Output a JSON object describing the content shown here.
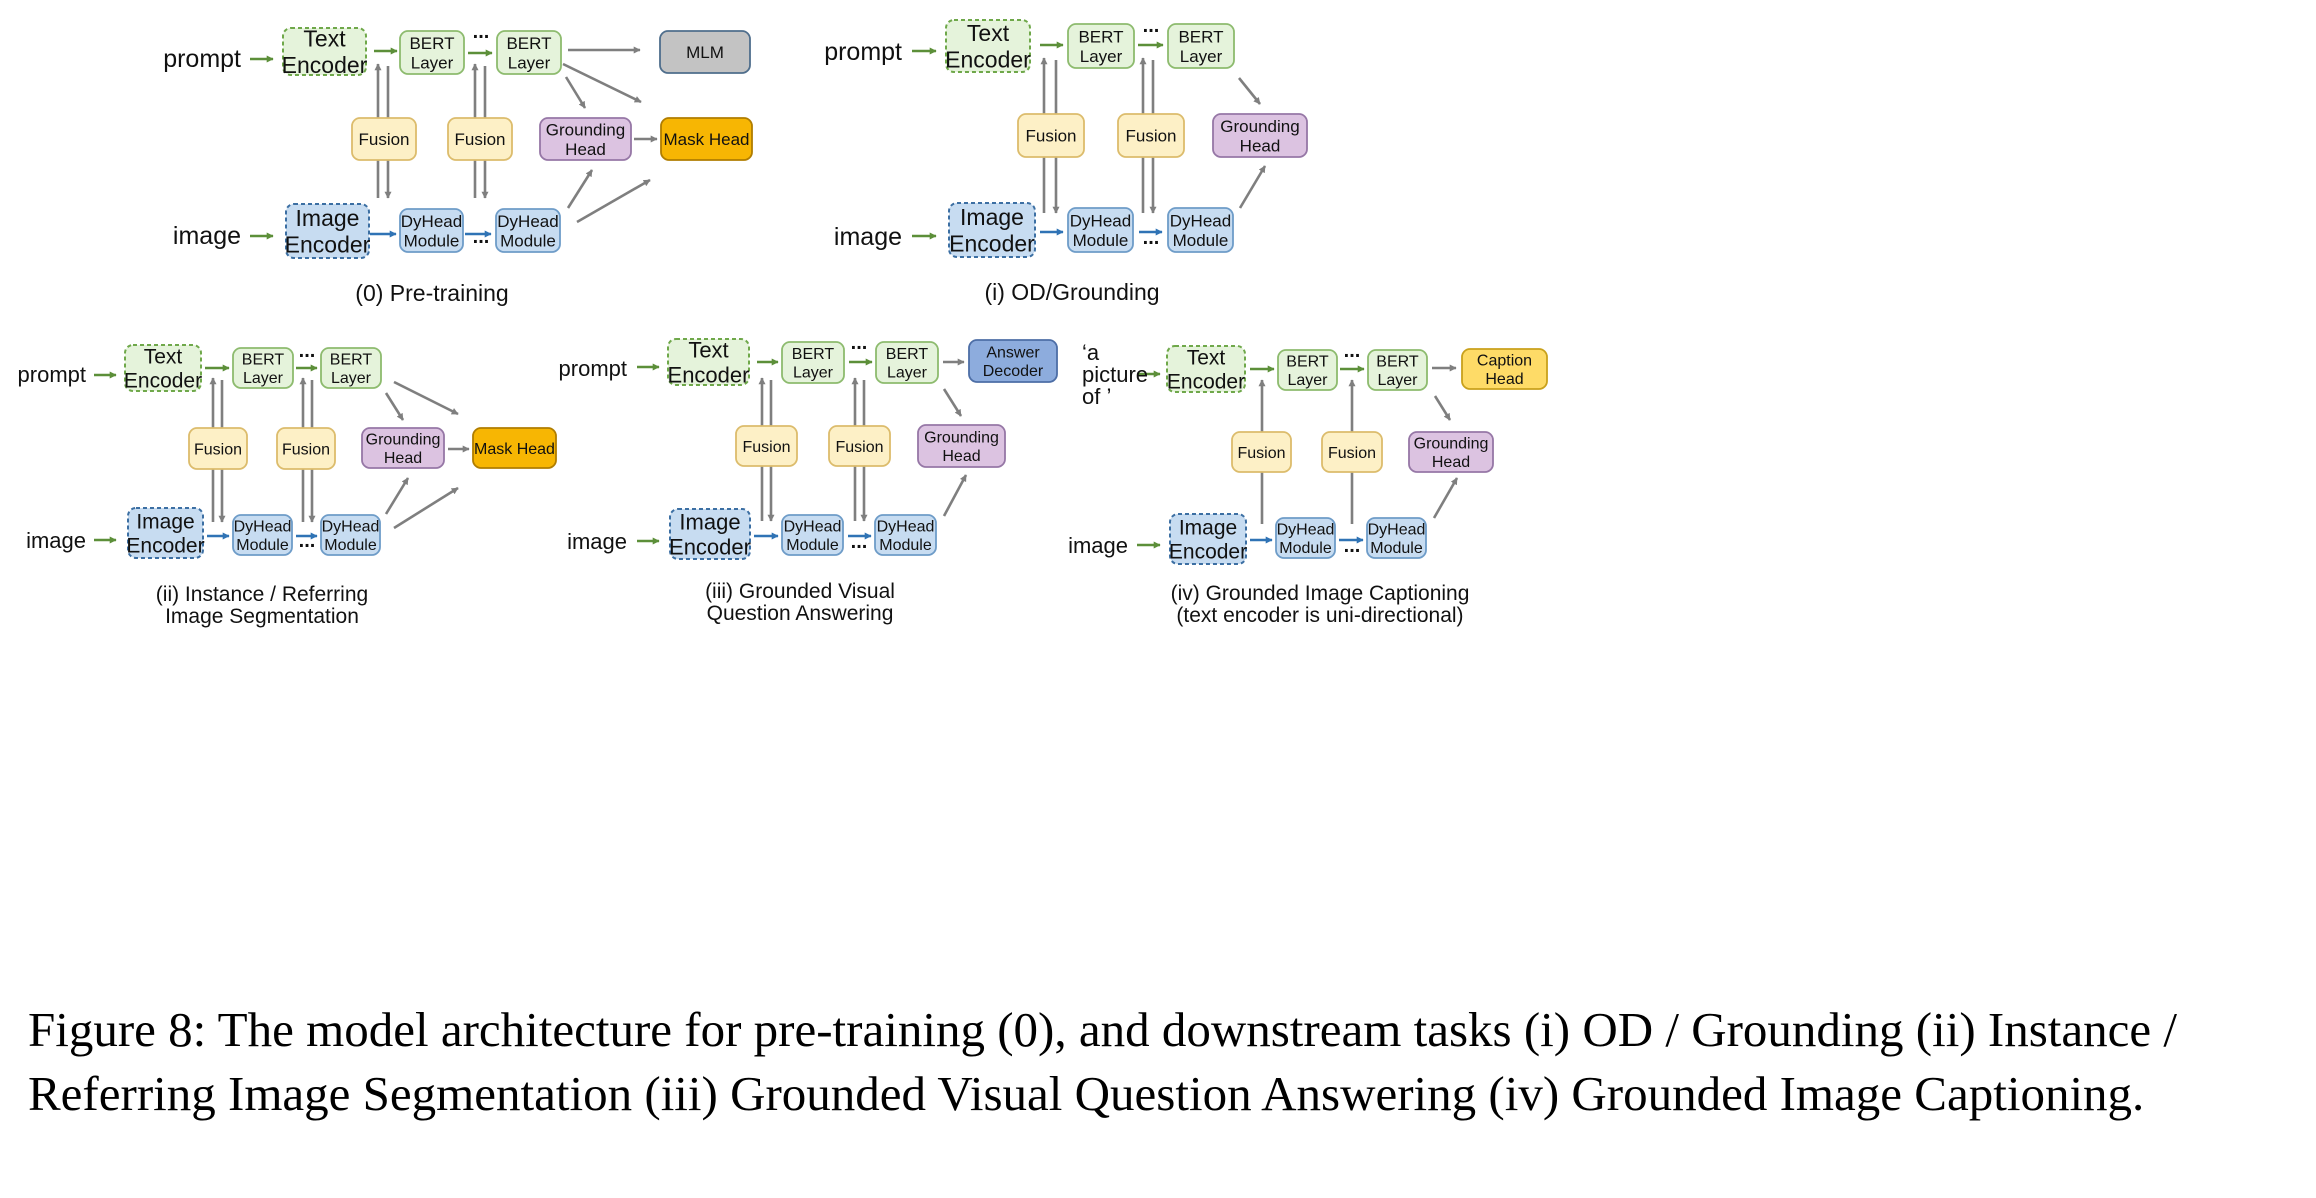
{
  "styles": {
    "text": {
      "fill": "#e5f3db",
      "stroke": "#6fa84a",
      "dash": "4 3"
    },
    "image": {
      "fill": "#c7dcf1",
      "stroke": "#3c6fa3",
      "dash": "4 3"
    },
    "bert": {
      "fill": "#e5f3db",
      "stroke": "#8dbb6e"
    },
    "dyhead": {
      "fill": "#c7dcf1",
      "stroke": "#6e9cc8"
    },
    "fusion": {
      "fill": "#fdf0c6",
      "stroke": "#dcbc6c"
    },
    "grounding": {
      "fill": "#dcc3e1",
      "stroke": "#9677a6"
    },
    "mask": {
      "fill": "#f7b603",
      "stroke": "#b07d00"
    },
    "mlm": {
      "fill": "#c3c3c3",
      "stroke": "#4f6e8c"
    },
    "answer": {
      "fill": "#8dacdd",
      "stroke": "#4d6ea6"
    },
    "caption": {
      "fill": "#fedb67",
      "stroke": "#c9a11c"
    }
  },
  "arrow_colors": {
    "green": "#5c8f39",
    "blue": "#2f73b5",
    "gray": "#7f7f7f"
  },
  "panels": [
    {
      "caption_lines": [
        "(0) Pre-training"
      ],
      "inputs": [
        {
          "lines": [
            "prompt"
          ]
        },
        {
          "lines": [
            "image"
          ]
        }
      ],
      "boxes": [
        {
          "id": "p0-text-encoder",
          "style": "text",
          "lines": [
            "Text",
            "Encoder"
          ]
        },
        {
          "id": "p0-bert-layer-1",
          "style": "bert",
          "lines": [
            "BERT",
            "Layer"
          ]
        },
        {
          "id": "p0-bert-layer-2",
          "style": "bert",
          "lines": [
            "BERT",
            "Layer"
          ]
        },
        {
          "id": "p0-mlm-head",
          "style": "mlm",
          "lines": [
            "MLM"
          ]
        },
        {
          "id": "p0-fusion-1",
          "style": "fusion",
          "lines": [
            "Fusion"
          ]
        },
        {
          "id": "p0-fusion-2",
          "style": "fusion",
          "lines": [
            "Fusion"
          ]
        },
        {
          "id": "p0-grounding-head",
          "style": "grounding",
          "lines": [
            "Grounding",
            "Head"
          ]
        },
        {
          "id": "p0-mask-head",
          "style": "mask",
          "lines": [
            "Mask Head"
          ]
        },
        {
          "id": "p0-image-encoder",
          "style": "image",
          "lines": [
            "Image",
            "Encoder"
          ]
        },
        {
          "id": "p0-dyhead-1",
          "style": "dyhead",
          "lines": [
            "DyHead",
            "Module"
          ]
        },
        {
          "id": "p0-dyhead-2",
          "style": "dyhead",
          "lines": [
            "DyHead",
            "Module"
          ]
        }
      ],
      "ellipses": [
        "...",
        "..."
      ]
    },
    {
      "caption_lines": [
        "(i) OD/Grounding"
      ],
      "inputs": [
        {
          "lines": [
            "prompt"
          ]
        },
        {
          "lines": [
            "image"
          ]
        }
      ],
      "boxes": [
        {
          "id": "p1-text-encoder",
          "style": "text",
          "lines": [
            "Text",
            "Encoder"
          ]
        },
        {
          "id": "p1-bert-layer-1",
          "style": "bert",
          "lines": [
            "BERT",
            "Layer"
          ]
        },
        {
          "id": "p1-bert-layer-2",
          "style": "bert",
          "lines": [
            "BERT",
            "Layer"
          ]
        },
        {
          "id": "p1-fusion-1",
          "style": "fusion",
          "lines": [
            "Fusion"
          ]
        },
        {
          "id": "p1-fusion-2",
          "style": "fusion",
          "lines": [
            "Fusion"
          ]
        },
        {
          "id": "p1-grounding-head",
          "style": "grounding",
          "lines": [
            "Grounding",
            "Head"
          ]
        },
        {
          "id": "p1-image-encoder",
          "style": "image",
          "lines": [
            "Image",
            "Encoder"
          ]
        },
        {
          "id": "p1-dyhead-1",
          "style": "dyhead",
          "lines": [
            "DyHead",
            "Module"
          ]
        },
        {
          "id": "p1-dyhead-2",
          "style": "dyhead",
          "lines": [
            "DyHead",
            "Module"
          ]
        }
      ],
      "ellipses": [
        "...",
        "..."
      ]
    },
    {
      "caption_lines": [
        "(ii) Instance / Referring",
        "Image Segmentation"
      ],
      "inputs": [
        {
          "lines": [
            "prompt"
          ]
        },
        {
          "lines": [
            "image"
          ]
        }
      ],
      "boxes": [
        {
          "id": "p2-text-encoder",
          "style": "text",
          "lines": [
            "Text",
            "Encoder"
          ]
        },
        {
          "id": "p2-bert-layer-1",
          "style": "bert",
          "lines": [
            "BERT",
            "Layer"
          ]
        },
        {
          "id": "p2-bert-layer-2",
          "style": "bert",
          "lines": [
            "BERT",
            "Layer"
          ]
        },
        {
          "id": "p2-fusion-1",
          "style": "fusion",
          "lines": [
            "Fusion"
          ]
        },
        {
          "id": "p2-fusion-2",
          "style": "fusion",
          "lines": [
            "Fusion"
          ]
        },
        {
          "id": "p2-grounding-head",
          "style": "grounding",
          "lines": [
            "Grounding",
            "Head"
          ]
        },
        {
          "id": "p2-mask-head",
          "style": "mask",
          "lines": [
            "Mask Head"
          ]
        },
        {
          "id": "p2-image-encoder",
          "style": "image",
          "lines": [
            "Image",
            "Encoder"
          ]
        },
        {
          "id": "p2-dyhead-1",
          "style": "dyhead",
          "lines": [
            "DyHead",
            "Module"
          ]
        },
        {
          "id": "p2-dyhead-2",
          "style": "dyhead",
          "lines": [
            "DyHead",
            "Module"
          ]
        }
      ],
      "ellipses": [
        "...",
        "..."
      ]
    },
    {
      "caption_lines": [
        "(iii) Grounded Visual",
        "Question Answering"
      ],
      "inputs": [
        {
          "lines": [
            "prompt"
          ]
        },
        {
          "lines": [
            "image"
          ]
        }
      ],
      "boxes": [
        {
          "id": "p3-text-encoder",
          "style": "text",
          "lines": [
            "Text",
            "Encoder"
          ]
        },
        {
          "id": "p3-bert-layer-1",
          "style": "bert",
          "lines": [
            "BERT",
            "Layer"
          ]
        },
        {
          "id": "p3-bert-layer-2",
          "style": "bert",
          "lines": [
            "BERT",
            "Layer"
          ]
        },
        {
          "id": "p3-answer-decoder",
          "style": "answer",
          "lines": [
            "Answer",
            "Decoder"
          ]
        },
        {
          "id": "p3-fusion-1",
          "style": "fusion",
          "lines": [
            "Fusion"
          ]
        },
        {
          "id": "p3-fusion-2",
          "style": "fusion",
          "lines": [
            "Fusion"
          ]
        },
        {
          "id": "p3-grounding-head",
          "style": "grounding",
          "lines": [
            "Grounding",
            "Head"
          ]
        },
        {
          "id": "p3-image-encoder",
          "style": "image",
          "lines": [
            "Image",
            "Encoder"
          ]
        },
        {
          "id": "p3-dyhead-1",
          "style": "dyhead",
          "lines": [
            "DyHead",
            "Module"
          ]
        },
        {
          "id": "p3-dyhead-2",
          "style": "dyhead",
          "lines": [
            "DyHead",
            "Module"
          ]
        }
      ],
      "ellipses": [
        "...",
        "..."
      ]
    },
    {
      "caption_lines": [
        "(iv) Grounded Image Captioning",
        "(text encoder is uni-directional)"
      ],
      "inputs": [
        {
          "lines": [
            "‘a",
            "picture",
            "of ’"
          ]
        },
        {
          "lines": [
            "image"
          ]
        }
      ],
      "boxes": [
        {
          "id": "p4-text-encoder",
          "style": "text",
          "lines": [
            "Text",
            "Encoder"
          ]
        },
        {
          "id": "p4-bert-layer-1",
          "style": "bert",
          "lines": [
            "BERT",
            "Layer"
          ]
        },
        {
          "id": "p4-bert-layer-2",
          "style": "bert",
          "lines": [
            "BERT",
            "Layer"
          ]
        },
        {
          "id": "p4-caption-head",
          "style": "caption",
          "lines": [
            "Caption",
            "Head"
          ]
        },
        {
          "id": "p4-fusion-1",
          "style": "fusion",
          "lines": [
            "Fusion"
          ]
        },
        {
          "id": "p4-fusion-2",
          "style": "fusion",
          "lines": [
            "Fusion"
          ]
        },
        {
          "id": "p4-grounding-head",
          "style": "grounding",
          "lines": [
            "Grounding",
            "Head"
          ]
        },
        {
          "id": "p4-image-encoder",
          "style": "image",
          "lines": [
            "Image",
            "Encoder"
          ]
        },
        {
          "id": "p4-dyhead-1",
          "style": "dyhead",
          "lines": [
            "DyHead",
            "Module"
          ]
        },
        {
          "id": "p4-dyhead-2",
          "style": "dyhead",
          "lines": [
            "DyHead",
            "Module"
          ]
        }
      ],
      "ellipses": [
        "...",
        "..."
      ]
    }
  ],
  "figure_caption": "Figure 8: The model architecture for pre-training (0), and downstream tasks (i) OD / Grounding (ii) Instance / Referring Image Segmentation (iii) Grounded Visual Question Answering (iv) Grounded Image Captioning."
}
